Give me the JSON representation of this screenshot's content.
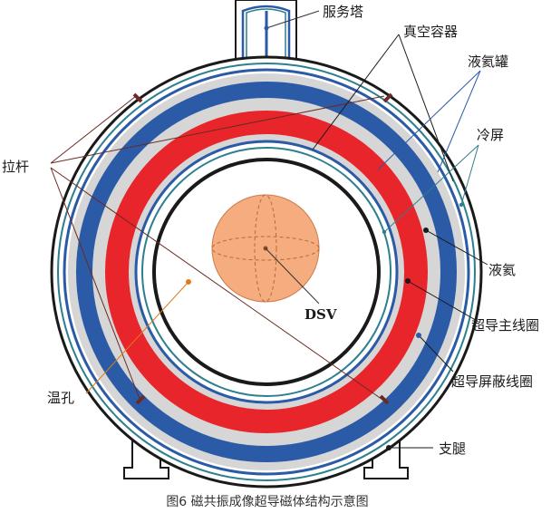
{
  "labels": {
    "service_tower": "服务塔",
    "vacuum_vessel": "真空容器",
    "helium_tank": "液氦罐",
    "cold_screen": "冷屏",
    "tie_rod": "拉杆",
    "liquid_helium": "液氦",
    "dsv": "DSV",
    "main_coil": "超导主线圈",
    "warm_bore": "温孔",
    "shield_coil": "超导屏蔽线圈",
    "support_leg": "支腿"
  },
  "caption": "图6 磁共振成像超导磁体结构示意图",
  "colors": {
    "coil_red": "#e8252a",
    "coil_blue": "#2b5aa6",
    "helium_gray": "#d6d6d6",
    "screen_teal": "#2e7f8e",
    "dsv_orange": "#f5ac7e",
    "warm_bore_orange": "#e07a1a",
    "tie_rod_brown": "#6b2a22",
    "outline": "#1a1a1a"
  }
}
